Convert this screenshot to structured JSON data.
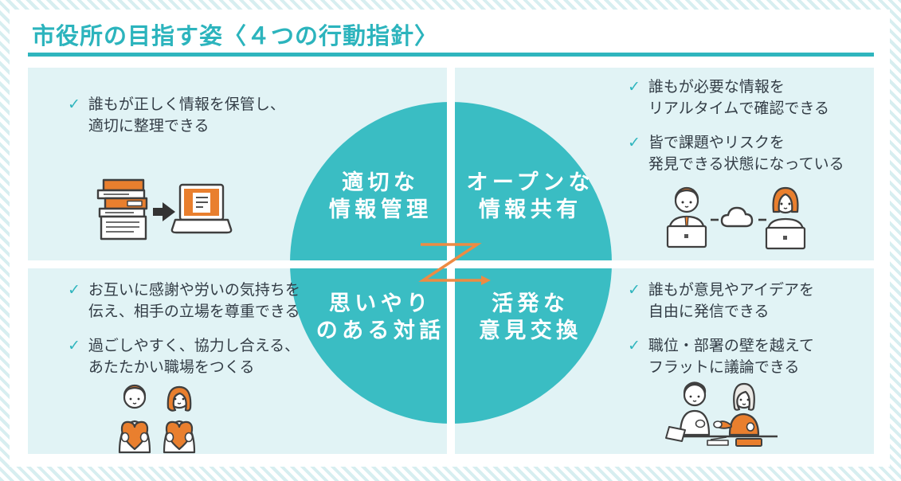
{
  "title": "市役所の目指す姿〈４つの行動指針〉",
  "checkmark": "✓",
  "circle": {
    "top_left": {
      "line1": "適切な",
      "line2": "情報管理"
    },
    "top_right": {
      "line1": "オープンな",
      "line2": "情報共有"
    },
    "bottom_left": {
      "line1": "思いやり",
      "line2": "のある対話"
    },
    "bottom_right": {
      "line1": "活発な",
      "line2": "意見交換"
    }
  },
  "panels": {
    "top_left": {
      "items": [
        {
          "line1": "誰もが正しく情報を保管し、",
          "line2": "適切に整理できる"
        }
      ],
      "illustration": "books-to-laptop-icon"
    },
    "top_right": {
      "items": [
        {
          "line1": "誰もが必要な情報を",
          "line2": "リアルタイムで確認できる"
        },
        {
          "line1": "皆で課題やリスクを",
          "line2": "発見できる状態になっている"
        }
      ],
      "illustration": "two-people-laptops-cloud-icon"
    },
    "bottom_left": {
      "items": [
        {
          "line1": "お互いに感謝や労いの気持ちを",
          "line2": "伝え、相手の立場を尊重できる"
        },
        {
          "line1": "過ごしやすく、協力し合える、",
          "line2": "あたたかい職場をつくる"
        }
      ],
      "illustration": "two-people-holding-hearts-icon"
    },
    "bottom_right": {
      "items": [
        {
          "line1": "誰もが意見やアイデアを",
          "line2": "自由に発信できる"
        },
        {
          "line1": "職位・部署の壁を越えて",
          "line2": "フラットに議論できる"
        }
      ],
      "illustration": "two-people-discussing-at-desk-icon"
    }
  },
  "colors": {
    "accent_teal": "#2fb5be",
    "circle_teal": "#3abdc3",
    "panel_bg": "#e1f3f5",
    "stripe": "#d7eef0",
    "orange": "#e97f2e",
    "arrow_orange": "#ed8b43",
    "text_dark": "#333d46",
    "white": "#ffffff"
  }
}
